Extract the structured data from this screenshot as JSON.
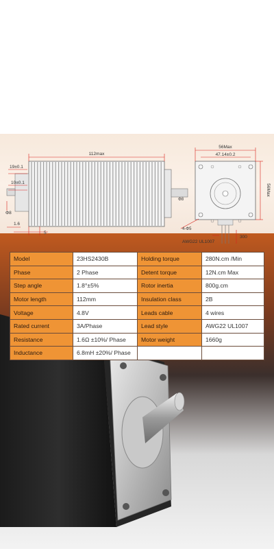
{
  "drawing": {
    "length_label": "112max",
    "dim_19": "19±0.1",
    "dim_10": "10±0.1",
    "shaft_dia_left": "Φ8",
    "dim_1_6": "1.6",
    "dim_5": "5",
    "width_label": "56Max",
    "hole_spacing": "47.14±0.2",
    "height_label": "56Max",
    "shaft_dia_front": "Φ8",
    "mount_holes": "4-Φ5",
    "cable_label": "AWG22 UL1007",
    "cable_length": "300"
  },
  "specs": [
    {
      "label1": "Model",
      "value1": "23HS2430B",
      "label2": "Holding torque",
      "value2": "280N.cm /Min"
    },
    {
      "label1": "Phase",
      "value1": "2 Phase",
      "label2": "Detent torque",
      "value2": "12N.cm Max"
    },
    {
      "label1": "Step angle",
      "value1": "1.8°±5%",
      "label2": "Rotor inertia",
      "value2": "800g.cm"
    },
    {
      "label1": "Motor length",
      "value1": "112mm",
      "label2": "Insulation class",
      "value2": "2B"
    },
    {
      "label1": "Voltage",
      "value1": "4.8V",
      "label2": "Leads cable",
      "value2": "4 wires"
    },
    {
      "label1": "Rated current",
      "value1": "3A/Phase",
      "label2": "Lead style",
      "value2": "AWG22 UL1007"
    },
    {
      "label1": "Resistance",
      "value1": "1.6Ω ±10%/ Phase",
      "label2": "Motor weight",
      "value2": "1660g"
    },
    {
      "label1": "Inductance",
      "value1": "6.8mH ±20%/ Phase",
      "label2": "",
      "value2": ""
    }
  ]
}
